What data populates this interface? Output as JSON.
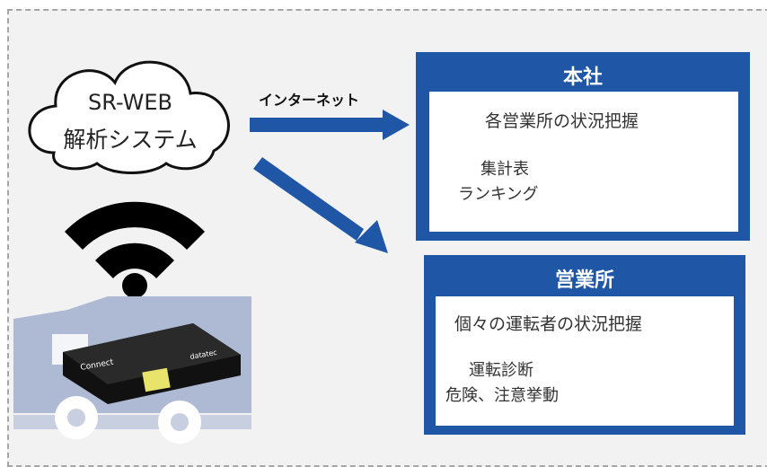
{
  "cloud": {
    "line1": "SR-WEB",
    "line2": "解析システム"
  },
  "connection": {
    "label": "インターネット"
  },
  "head_office": {
    "title": "本社",
    "subtitle": "各営業所の状況把握",
    "items": [
      "集計表",
      "ランキング"
    ]
  },
  "sales_office": {
    "title": "営業所",
    "subtitle": "個々の運転者の状況把握",
    "items": [
      "運転診断",
      "危険、注意挙動"
    ]
  },
  "device": {
    "brand_left": "Connect",
    "brand_right": "datatec"
  },
  "colors": {
    "accent_blue": "#1f57a6",
    "panel_bg": "#f2f2f2",
    "truck": "#aebad3"
  },
  "icons": [
    "cloud-icon",
    "wifi-icon",
    "truck-icon",
    "user-at-computer-icon",
    "globe-icon"
  ]
}
